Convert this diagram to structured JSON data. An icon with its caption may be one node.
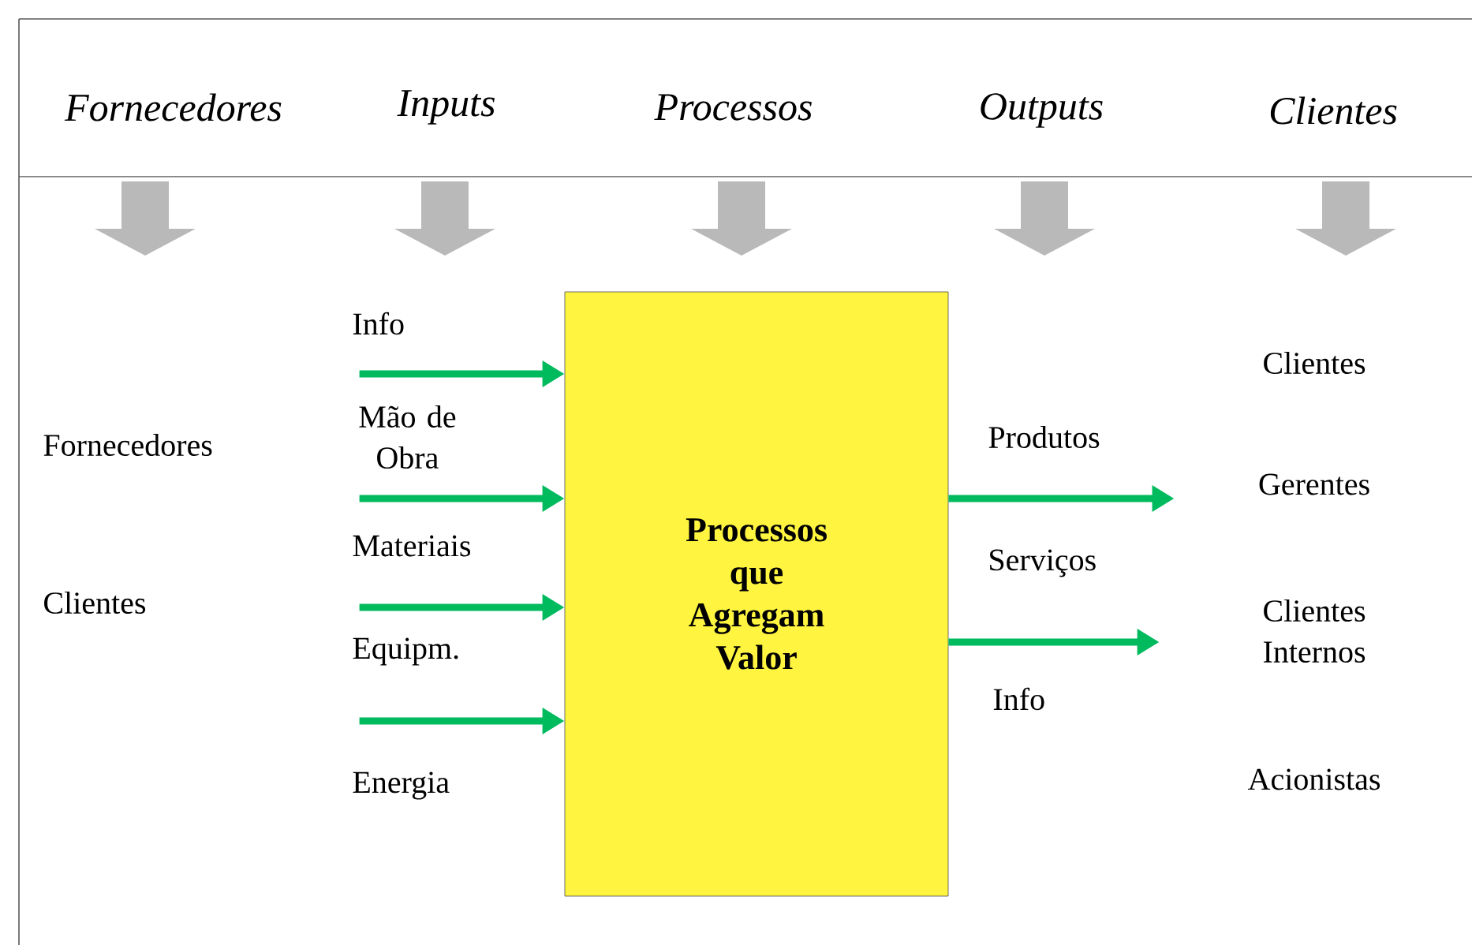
{
  "diagram": {
    "nodes": [
      {
        "text": [
          "Processos que Agregam Valor"
        ]
      },
      {
        "text": [
          "Clientes"
        ]
      },
      {
        "text": [
          "Gerentes"
        ]
      },
      {
        "text": [
          "Clientes Internos"
        ]
      },
      {
        "text": [
          "Acionistas"
        ]
      }
    ],
    "edges": [
      {
        "from": null,
        "to": 0,
        "arrow": "to"
      },
      {
        "from": null,
        "to": 0,
        "arrow": "to"
      },
      {
        "from": null,
        "to": 0,
        "arrow": "to"
      },
      {
        "from": null,
        "to": 0,
        "arrow": "to"
      },
      {
        "from": 0,
        "to": 2,
        "arrow": "to"
      },
      {
        "from": 0,
        "to": 3,
        "arrow": "to"
      }
    ],
    "labels": [
      "Fornecedores",
      "Inputs",
      "Processos",
      "Outputs",
      "Clientes",
      "Fornecedores",
      "Clientes",
      "Info",
      "Mão de Obra",
      "Materiais",
      "Equipm.",
      "Energia",
      "Produtos",
      "Serviços",
      "Info"
    ]
  }
}
